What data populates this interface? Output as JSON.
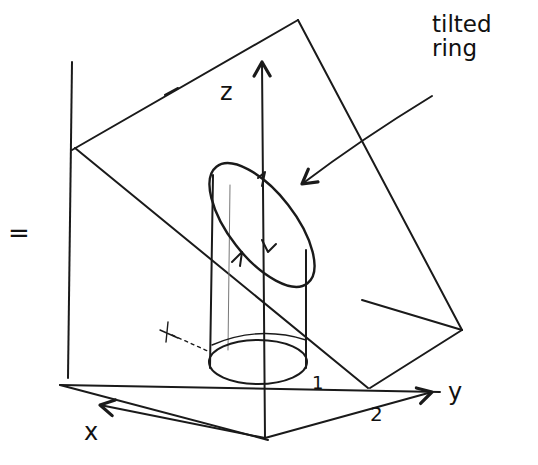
{
  "diagram": {
    "labels": [
      "tilted ring",
      "z",
      "y",
      "x",
      "1",
      "2",
      "="
    ]
  }
}
